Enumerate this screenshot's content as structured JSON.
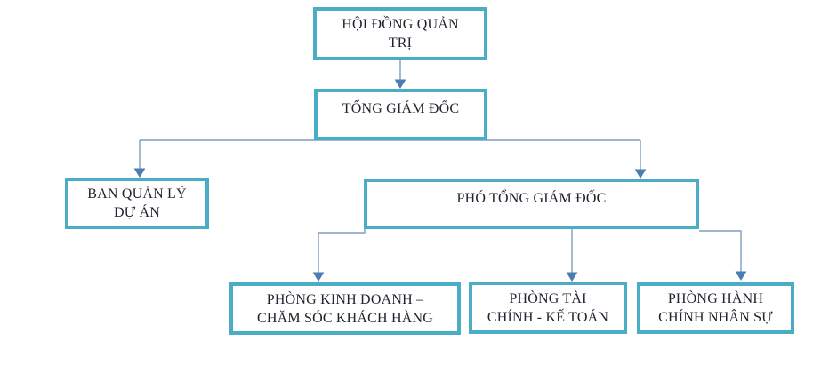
{
  "colors": {
    "background": "#FFFFFF",
    "box_border": "#4BACC6",
    "connector_line": "#7E9DC2",
    "arrow_head": "#4A7DB3",
    "text": "#20242E"
  },
  "nodes": {
    "board": {
      "label": "HỘI ĐỒNG QUẢN TRỊ",
      "lines": [
        "HỘI ĐỒNG QUẢN",
        "TRỊ"
      ]
    },
    "ceo": {
      "label": "TỔNG GIÁM ĐỐC",
      "lines": [
        "TỔNG GIÁM ĐỐC"
      ]
    },
    "project_management": {
      "label": "BAN QUẢN LÝ DỰ ÁN",
      "lines": [
        "BAN QUẢN LÝ",
        "DỰ ÁN"
      ]
    },
    "deputy_ceo": {
      "label": "PHÓ TỔNG GIÁM ĐỐC",
      "lines": [
        "PHÓ TỔNG GIÁM ĐỐC"
      ]
    },
    "sales_customer_care": {
      "label": "PHÒNG KINH DOANH – CHĂM SÓC KHÁCH HÀNG",
      "lines": [
        "PHÒNG KINH DOANH –",
        "CHĂM SÓC KHÁCH HÀNG"
      ]
    },
    "finance_accounting": {
      "label": "PHÒNG TÀI CHÍNH - KẾ TOÁN",
      "lines": [
        "PHÒNG TÀI",
        "CHÍNH - KẾ TOÁN"
      ]
    },
    "hr_admin": {
      "label": "PHÒNG HÀNH CHÍNH NHÂN SỰ",
      "lines": [
        "PHÒNG HÀNH",
        "CHÍNH NHÂN SỰ"
      ]
    }
  },
  "edges": [
    {
      "from": "board",
      "to": "ceo"
    },
    {
      "from": "ceo",
      "to": "project_management"
    },
    {
      "from": "ceo",
      "to": "deputy_ceo"
    },
    {
      "from": "deputy_ceo",
      "to": "sales_customer_care"
    },
    {
      "from": "deputy_ceo",
      "to": "finance_accounting"
    },
    {
      "from": "deputy_ceo",
      "to": "hr_admin"
    }
  ]
}
